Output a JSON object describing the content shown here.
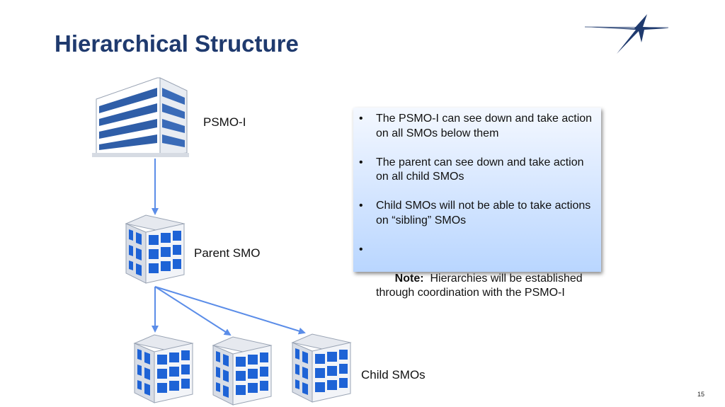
{
  "slide": {
    "title": "Hierarchical Structure",
    "page_number": "15"
  },
  "nodes": {
    "psmo_label": "PSMO-I",
    "parent_label": "Parent SMO",
    "child_label": "Child SMOs"
  },
  "notes": {
    "bullet_symbol": "•",
    "items": [
      {
        "prefix": "",
        "text": "The PSMO-I can see down and take action on all SMOs below them"
      },
      {
        "prefix": "",
        "text": "The parent can see down and take action on all child SMOs"
      },
      {
        "prefix": "",
        "text": "Child SMOs will not be able to take actions on “sibling” SMOs"
      },
      {
        "prefix": "Note:",
        "text": "  Hierarchies will be established through coordination with the PSMO-I"
      }
    ]
  },
  "colors": {
    "title": "#1f3a6e",
    "arrow": "#5b8de8",
    "building_blue": "#2f5ea8",
    "window_blue": "#1e63d6"
  },
  "icons": {
    "logo": "star-logo-icon",
    "headquarters": "office-tower-icon",
    "parent": "office-building-icon",
    "child": "office-building-icon"
  }
}
